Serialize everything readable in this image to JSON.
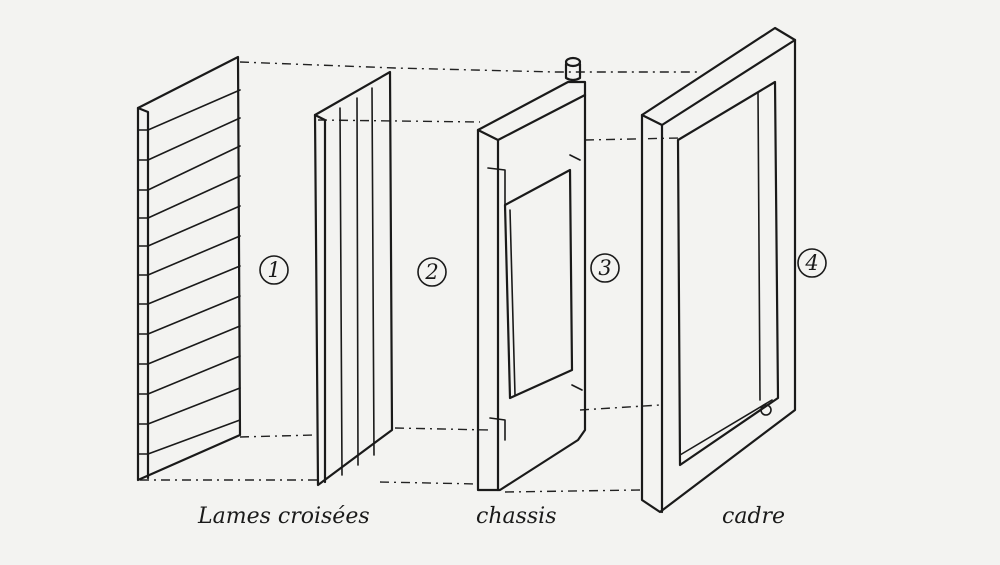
{
  "diagram": {
    "colors": {
      "paper": "#f3f3f1",
      "ink": "#1a1a1a"
    },
    "parts": [
      {
        "number": "1",
        "caption": "Lames croisées"
      },
      {
        "number": "2",
        "caption": ""
      },
      {
        "number": "3",
        "caption": "chassis"
      },
      {
        "number": "4",
        "caption": "cadre"
      }
    ]
  }
}
